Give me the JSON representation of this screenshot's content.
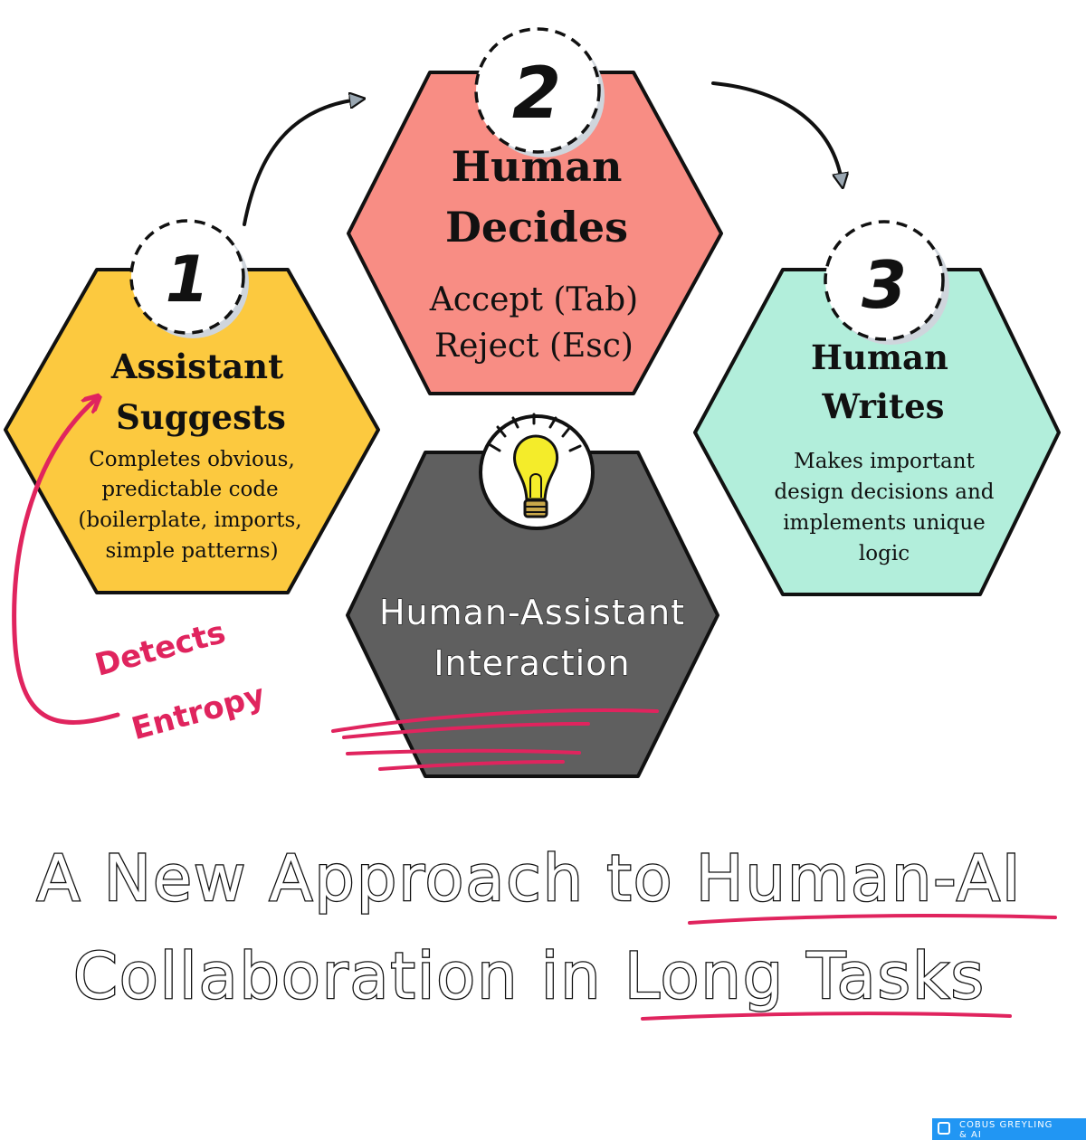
{
  "steps": [
    {
      "number": "1",
      "title_line1": "Assistant",
      "title_line2": "Suggests",
      "body": [
        "Completes obvious,",
        "predictable code",
        "(boilerplate, imports,",
        "simple patterns)"
      ],
      "color": "#fcc93f"
    },
    {
      "number": "2",
      "title_line1": "Human",
      "title_line2": "Decides",
      "body": [
        "Accept (Tab)",
        "Reject (Esc)"
      ],
      "color": "#f88d84"
    },
    {
      "number": "3",
      "title_line1": "Human",
      "title_line2": "Writes",
      "body": [
        "Makes important",
        "design decisions and",
        "implements unique",
        "logic"
      ],
      "color": "#b2eedb"
    }
  ],
  "center": {
    "line1": "Human-Assistant",
    "line2": "Interaction",
    "icon": "lightbulb-icon",
    "color": "#5f5f5f"
  },
  "loop_label": {
    "line1": "Detects",
    "line2": "Entropy",
    "color": "#e0245e"
  },
  "headline": {
    "line1_plain": "A New Approach to ",
    "line1_emphasis": "Human-AI",
    "line2_plain": "Collaboration in ",
    "line2_emphasis": "Long Tasks"
  },
  "brand": {
    "text": "COBUS GREYLING\n& AI",
    "color": "#2196f3"
  }
}
